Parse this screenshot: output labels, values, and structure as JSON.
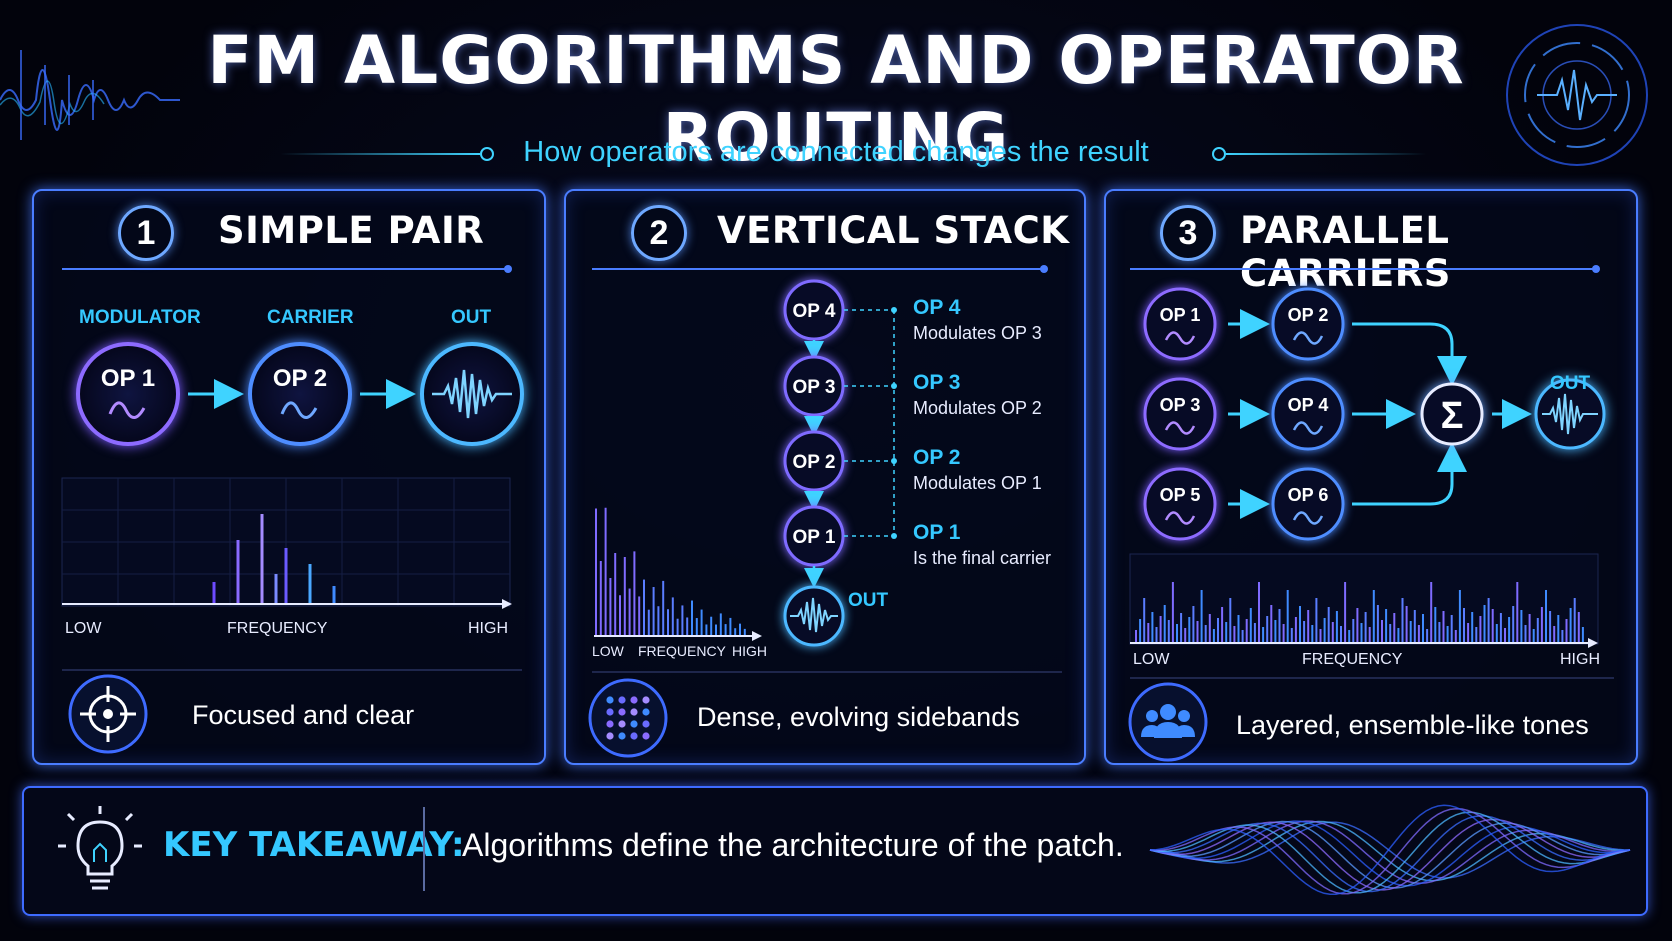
{
  "header": {
    "title": "FM ALGORITHMS AND OPERATOR ROUTING",
    "subtitle": "How operators are connected changes the result"
  },
  "panels": [
    {
      "number": "1",
      "title": "SIMPLE PAIR",
      "labels": {
        "modulator": "MODULATOR",
        "carrier": "CARRIER",
        "out": "OUT"
      },
      "operators": [
        "OP 1",
        "OP 2"
      ],
      "axis": {
        "low": "LOW",
        "mid": "FREQUENCY",
        "high": "HIGH"
      },
      "caption": "Focused and clear"
    },
    {
      "number": "2",
      "title": "VERTICAL STACK",
      "operators": [
        "OP 4",
        "OP 3",
        "OP 2",
        "OP 1"
      ],
      "out": "OUT",
      "descriptions": [
        {
          "head": "OP 4",
          "body": "Modulates OP 3"
        },
        {
          "head": "OP 3",
          "body": "Modulates OP 2"
        },
        {
          "head": "OP 2",
          "body": "Modulates OP 1"
        },
        {
          "head": "OP 1",
          "body": "Is the final carrier"
        }
      ],
      "axis": {
        "low": "LOW",
        "mid": "FREQUENCY",
        "high": "HIGH"
      },
      "caption": "Dense, evolving sidebands"
    },
    {
      "number": "3",
      "title": "PARALLEL CARRIERS",
      "operators": [
        "OP 1",
        "OP 2",
        "OP 3",
        "OP 4",
        "OP 5",
        "OP 6"
      ],
      "sum_symbol": "Σ",
      "out": "OUT",
      "axis": {
        "low": "LOW",
        "mid": "FREQUENCY",
        "high": "HIGH"
      },
      "caption": "Layered, ensemble-like tones"
    }
  ],
  "takeaway": {
    "label": "KEY TAKEAWAY:",
    "text": "Algorithms define the architecture of the patch."
  },
  "icons": [
    "waveform-icon",
    "sine-icon",
    "target-icon",
    "dot-grid-icon",
    "people-icon",
    "lightbulb-icon",
    "radar-icon",
    "summing-icon"
  ],
  "colors": {
    "accent": "#35c8ff",
    "panel_border": "#4a7dff",
    "op_ring": "#7f6bff",
    "background": "#030512"
  }
}
